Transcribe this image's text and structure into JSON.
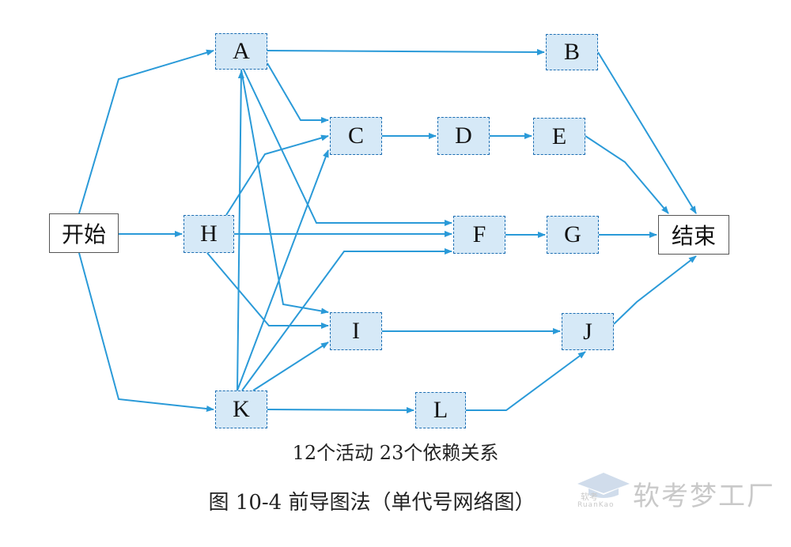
{
  "nodes": {
    "start": "开始",
    "A": "A",
    "B": "B",
    "C": "C",
    "D": "D",
    "E": "E",
    "F": "F",
    "G": "G",
    "H": "H",
    "I": "I",
    "J": "J",
    "K": "K",
    "L": "L",
    "end": "结束"
  },
  "edges": [
    [
      "start",
      "A"
    ],
    [
      "start",
      "H"
    ],
    [
      "start",
      "K"
    ],
    [
      "A",
      "B"
    ],
    [
      "A",
      "C"
    ],
    [
      "A",
      "F"
    ],
    [
      "A",
      "I"
    ],
    [
      "H",
      "C"
    ],
    [
      "H",
      "F"
    ],
    [
      "H",
      "I"
    ],
    [
      "K",
      "A"
    ],
    [
      "K",
      "C"
    ],
    [
      "K",
      "F"
    ],
    [
      "K",
      "I"
    ],
    [
      "K",
      "L"
    ],
    [
      "C",
      "D"
    ],
    [
      "D",
      "E"
    ],
    [
      "F",
      "G"
    ],
    [
      "I",
      "J"
    ],
    [
      "L",
      "J"
    ],
    [
      "B",
      "end"
    ],
    [
      "E",
      "end"
    ],
    [
      "G",
      "end"
    ],
    [
      "J",
      "end"
    ]
  ],
  "colors": {
    "edge": "#2a9ad8",
    "task_fill": "#d6e9f7",
    "task_border": "#1e6fb3"
  },
  "subtitle": "12个活动  23个依赖关系",
  "title": "图 10-4    前导图法（单代号网络图）",
  "watermark": {
    "text": "软考梦工厂",
    "small_cn": "软考",
    "small_en": "RuanKao"
  }
}
